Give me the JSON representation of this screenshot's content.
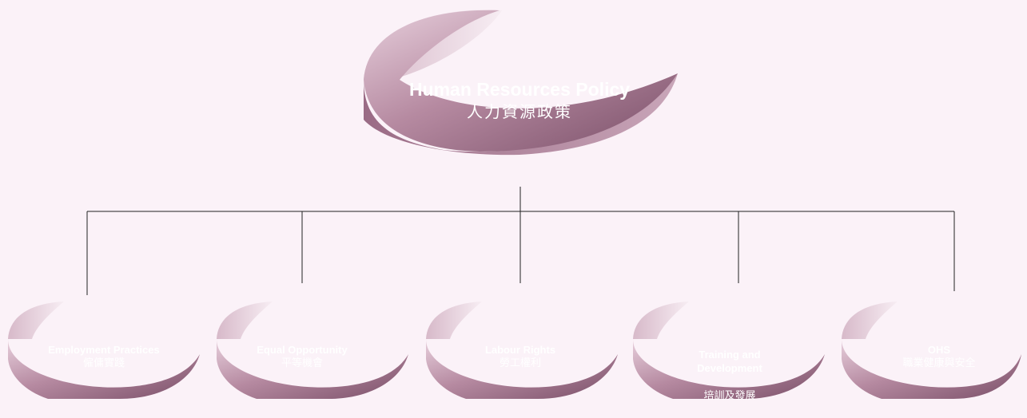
{
  "root": {
    "title_en": "Human Resources Policy",
    "title_zh": "人力資源政策"
  },
  "children": [
    {
      "title_en": "Employment Practices",
      "title_zh": "僱傭實踐"
    },
    {
      "title_en": "Equal Opportunity",
      "title_zh": "平等機會"
    },
    {
      "title_en": "Labour Rights",
      "title_zh": "勞工權利"
    },
    {
      "title_en": "Training and\nDevelopment",
      "title_zh": "培訓及發展"
    },
    {
      "title_en": "OHS",
      "title_zh": "職業健康與安全"
    }
  ],
  "colors": {
    "background": "#fbf2f8",
    "ribbon_dark": "#7a4f68",
    "ribbon_light": "#f5e8f0",
    "line": "#222222",
    "text": "#ffffff"
  }
}
